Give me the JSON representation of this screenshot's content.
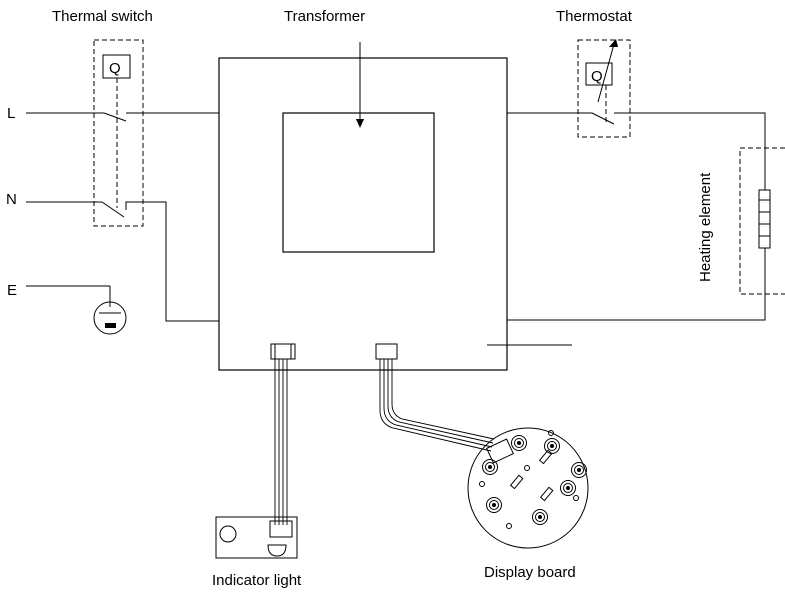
{
  "labels": {
    "thermal_switch": "Thermal switch",
    "transformer": "Transformer",
    "thermostat": "Thermostat",
    "line": "L",
    "neutral": "N",
    "earth": "E",
    "heating_element": "Heating element",
    "indicator_light": "Indicator light",
    "display_board": "Display board",
    "thermal_switch_symbol": "Q",
    "thermostat_symbol": "Q"
  }
}
